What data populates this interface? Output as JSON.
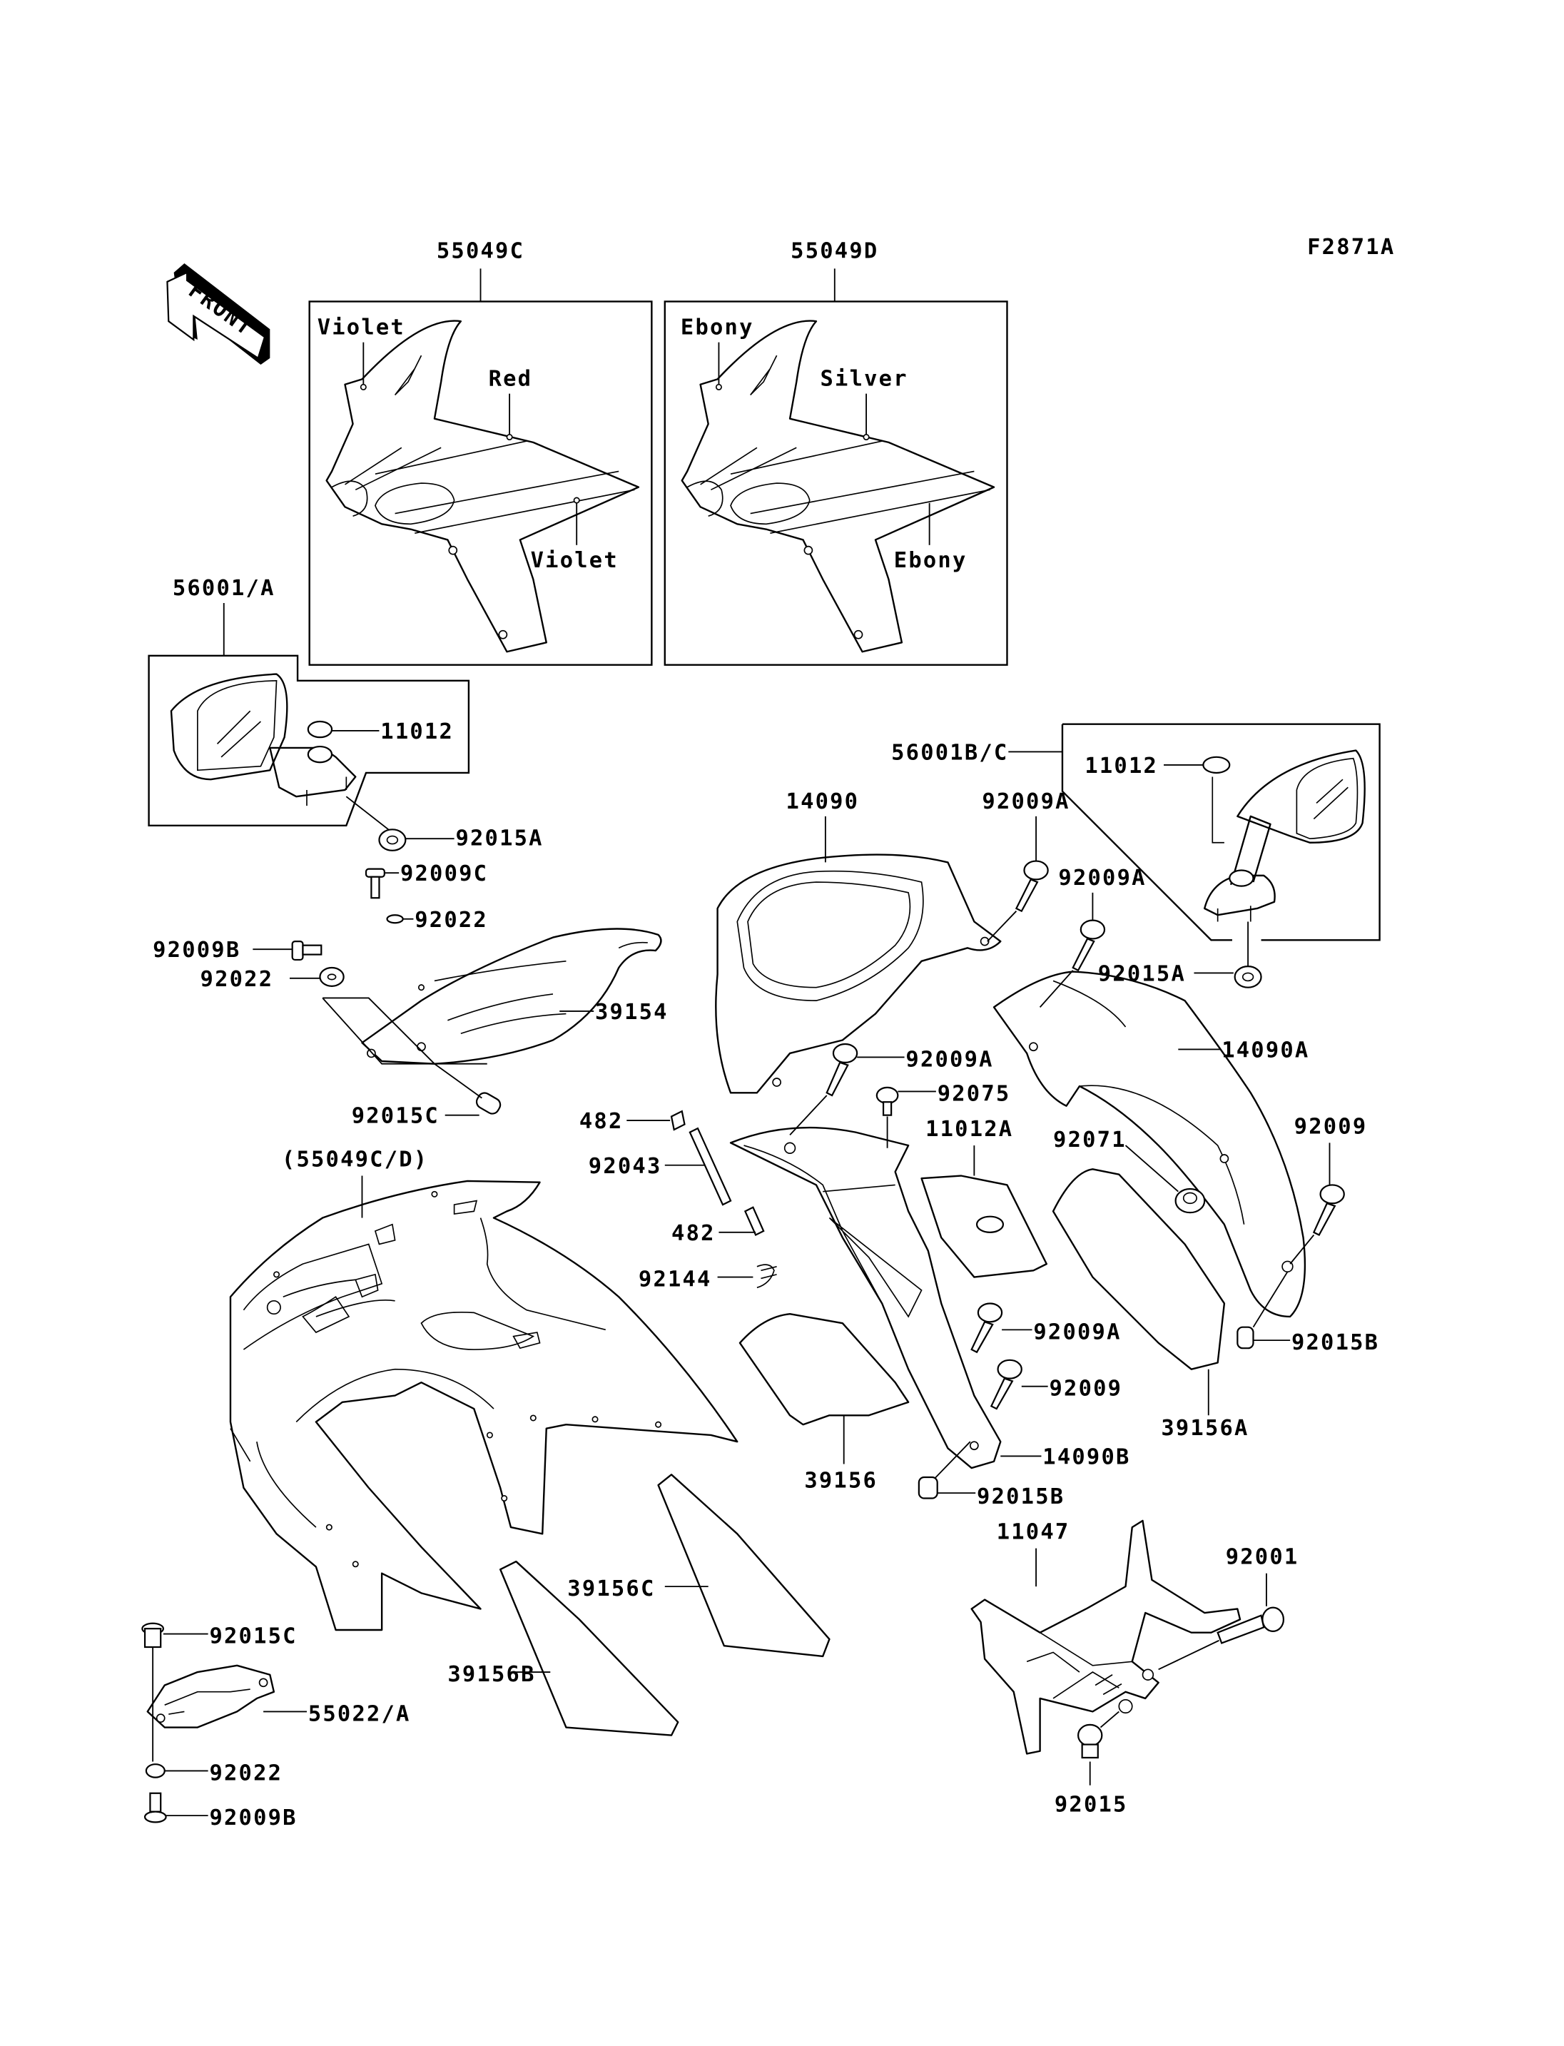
{
  "diagram": {
    "figure_code": "F2871A",
    "front_arrow": "FRONT",
    "colors": {
      "line": "#000000",
      "background": "#ffffff"
    },
    "inset_c": {
      "part": "55049C",
      "colors": [
        "Violet",
        "Red",
        "Violet"
      ]
    },
    "inset_d": {
      "part": "55049D",
      "colors": [
        "Ebony",
        "Silver",
        "Ebony"
      ]
    },
    "labels": [
      "56001/A",
      "11012",
      "92015A",
      "92009C",
      "92022",
      "92009B",
      "92022",
      "39154",
      "92015C",
      "56001B/C",
      "11012",
      "14090",
      "92009A",
      "92009A",
      "92015A",
      "14090A",
      "92009A",
      "92075",
      "482",
      "11012A",
      "92071",
      "92009",
      "(55049C/D)",
      "92043",
      "482",
      "92144",
      "92009A",
      "92015B",
      "92009",
      "39156A",
      "14090B",
      "39156",
      "92015B",
      "11047",
      "92001",
      "39156C",
      "92015C",
      "39156B",
      "55022/A",
      "92022",
      "92009B",
      "92015"
    ]
  }
}
